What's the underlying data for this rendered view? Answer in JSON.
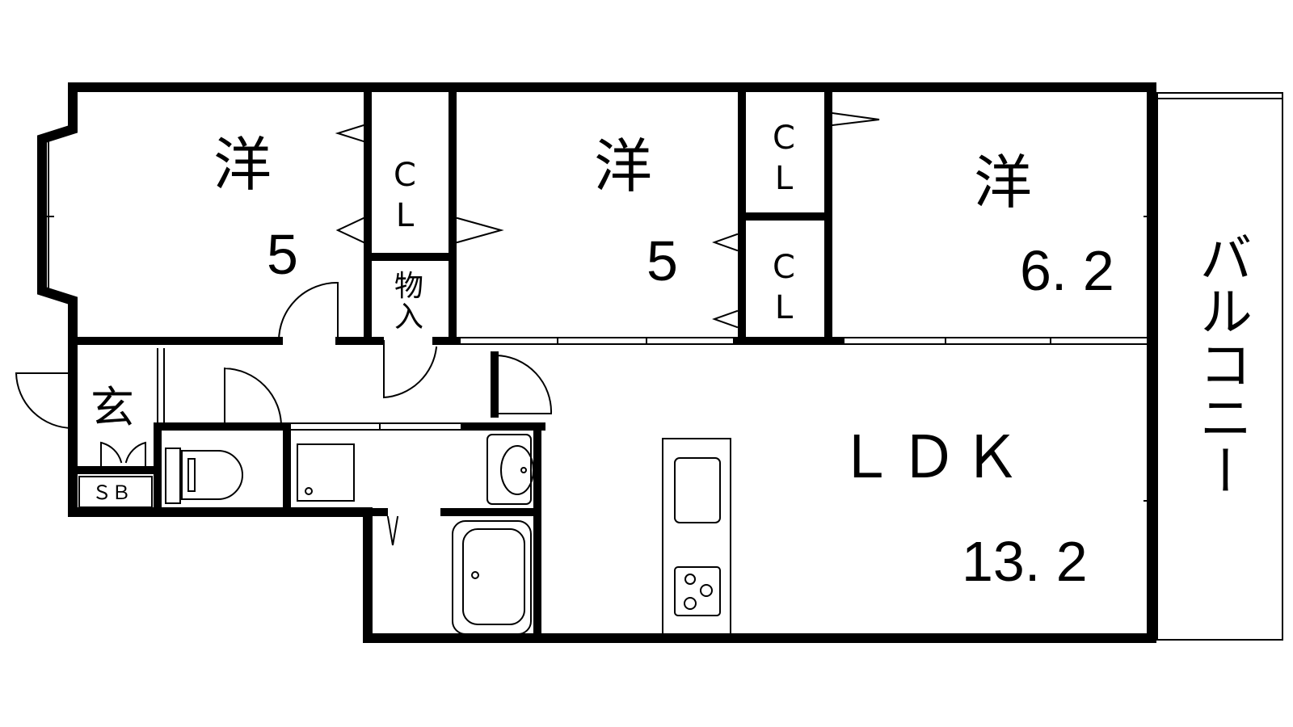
{
  "rooms": {
    "west1": {
      "kind": "洋",
      "size": "5"
    },
    "west2": {
      "kind": "洋",
      "size": "5"
    },
    "west3": {
      "kind": "洋",
      "size": "6. 2"
    },
    "ldk": {
      "kind": "ＬＤＫ",
      "size": "13. 2"
    }
  },
  "closets": {
    "cl1": "C\nL",
    "cl2": "C\nL",
    "cl3": "C\nL"
  },
  "storage": "物\n入",
  "entrance": "玄",
  "shoebox": "ＳＢ",
  "balcony": "バルコニー"
}
